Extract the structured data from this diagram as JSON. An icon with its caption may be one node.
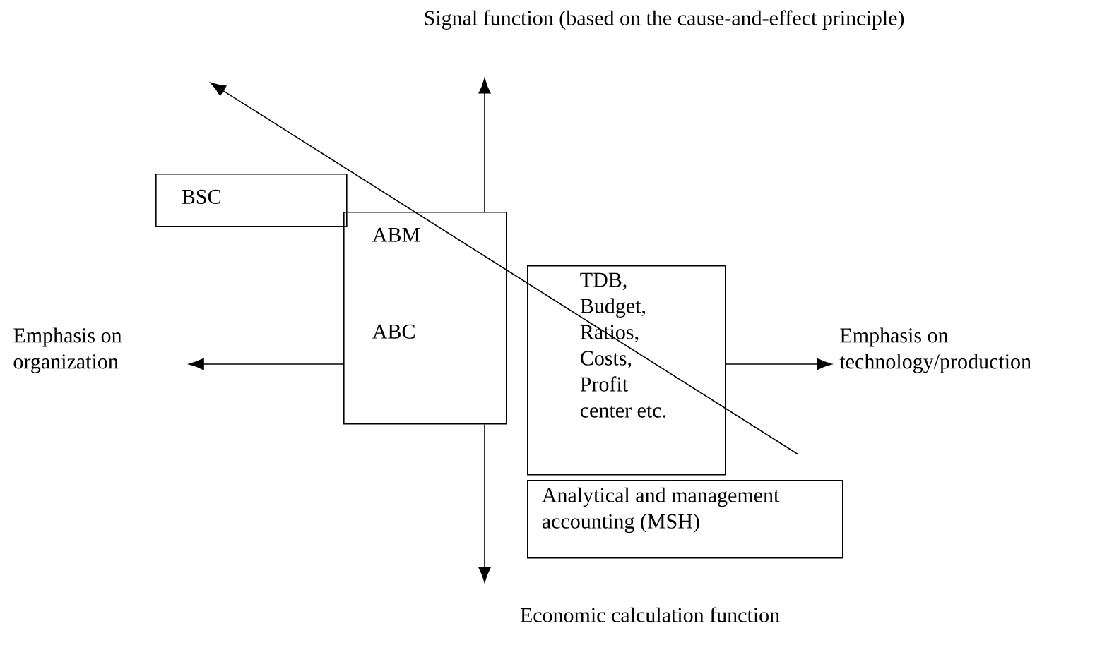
{
  "diagram": {
    "nodes": [
      {
        "text": [
          "Signal function (based on the cause-and-effect principle)"
        ]
      },
      {
        "text": [
          "BSC"
        ]
      },
      {
        "text": [
          "ABM",
          "ABC"
        ]
      },
      {
        "text": [
          "Emphasis on organization"
        ]
      },
      {
        "text": [
          "TDB, Budget, Ratios, Costs, Profit center etc."
        ]
      },
      {
        "text": [
          "Emphasis on technology/production"
        ]
      },
      {
        "text": [
          "Analytical and management accounting (MSH)"
        ]
      },
      {
        "text": [
          "Economic calculation function"
        ]
      }
    ],
    "edges": [
      {
        "from": 2,
        "to": 0,
        "arrow": "to"
      },
      {
        "from": 2,
        "to": 3,
        "arrow": "to"
      },
      {
        "from": 4,
        "to": 5,
        "arrow": "to"
      },
      {
        "from": 2,
        "to": 7,
        "arrow": "to"
      }
    ]
  }
}
